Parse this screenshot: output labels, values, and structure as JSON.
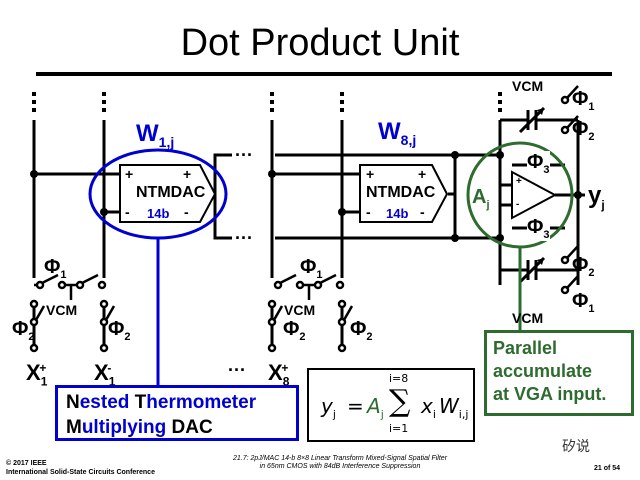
{
  "slide": {
    "title": "Dot Product Unit",
    "weight_labels": {
      "w1": {
        "base": "W",
        "sub": "1,j"
      },
      "w8": {
        "base": "W",
        "sub": "8,j"
      }
    },
    "dac": {
      "name": "NTMDAC",
      "bits": "14b",
      "plus": "+",
      "minus": "-"
    },
    "inputs": {
      "x1p": {
        "base": "X",
        "sub": "1",
        "sup": "+"
      },
      "x1m": {
        "base": "X",
        "sub": "1",
        "sup": "-"
      },
      "x8p": {
        "base": "X",
        "sub": "8",
        "sup": "+"
      }
    },
    "phases": {
      "phi1": {
        "base": "Φ",
        "sub": "1"
      },
      "phi2": {
        "base": "Φ",
        "sub": "2"
      },
      "phi3": {
        "base": "Φ",
        "sub": "3"
      }
    },
    "vcm": "VCM",
    "ellipsis": "...",
    "amp_gain": {
      "base": "A",
      "sub": "j"
    },
    "output": {
      "base": "y",
      "sub": "j"
    },
    "formula": {
      "lhs": "y",
      "lhs_sub": "j",
      "eq": "=",
      "gain": "A",
      "gain_sub": "j",
      "sum_top": "i=8",
      "sum_bottom": "i=1",
      "x": "x",
      "x_sub": "i",
      "w": "W",
      "w_sub": "i,j"
    },
    "ntm_callout": [
      {
        "first": "N",
        "rest": "ested "
      },
      {
        "first": "T",
        "rest": "hermometer"
      },
      {
        "first": "M",
        "rest": "ultiplying "
      },
      {
        "first": "DAC",
        "rest": ""
      }
    ],
    "parallel_callout": [
      "Parallel",
      "accumulate",
      "at VGA input."
    ],
    "footer": {
      "copyright": "© 2017 IEEE",
      "conference": "International Solid-State Circuits Conference",
      "paper_line1": "21.7: 2pJ/MAC 14-b 8×8 Linear Transform Mixed-Signal Spatial Filter",
      "paper_line2": "in 65nm CMOS with 84dB Interference Suppression",
      "page": "21 of 54"
    },
    "watermark": "矽说",
    "colors": {
      "blue": "#0000d0",
      "green": "#2e6b2e",
      "black": "#000000"
    }
  }
}
